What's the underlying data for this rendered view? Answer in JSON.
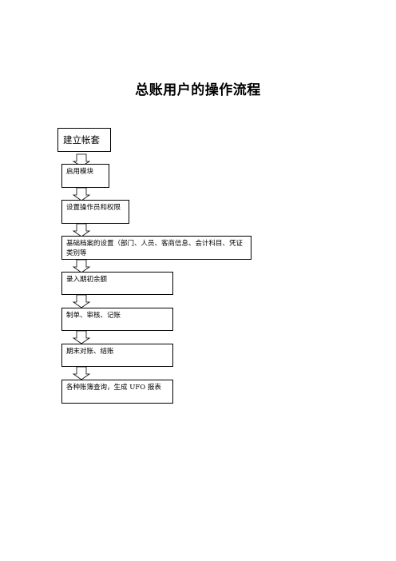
{
  "page": {
    "title": "总账用户的操作流程"
  },
  "steps": [
    {
      "label": "建立帐套"
    },
    {
      "label": "启用模块"
    },
    {
      "label": "设置操作员和权限"
    },
    {
      "label": "基础档案的设置（部门、人员、客商信息、会计科目、凭证类别等"
    },
    {
      "label": "录入期初余额"
    },
    {
      "label": "制单、审核、记账"
    },
    {
      "label": "期末对账、结账"
    },
    {
      "label": "各种账簿查询，生成 UFO 报表"
    }
  ]
}
